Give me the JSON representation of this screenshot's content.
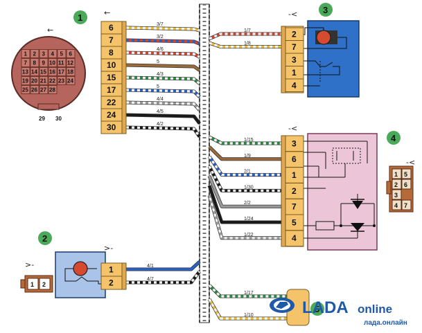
{
  "colors": {
    "connector": "#f5c46a",
    "motor_box": "#2f70c8",
    "lamp_box": "#a9c4e8",
    "relay_box": "#ecc6d8",
    "round_connector": "#b5655d",
    "motor": "#d64a30",
    "bus": "#444444",
    "wire_black": "#1a1a1a",
    "wire_white": "#f2f2f2",
    "wire_red": "#d64535",
    "wire_blue": "#2a62c4",
    "wire_green": "#2f8a48",
    "wire_gray": "#9a9a9a",
    "wire_yellow": "#e8c040",
    "wire_brown": "#9a6a3a",
    "wire_orange": "#e07a30",
    "wire_pink": "#e07a9a",
    "wire_violet": "#7a4ab0"
  },
  "callouts": [
    "1",
    "2",
    "3",
    "4",
    "5"
  ],
  "round_connector": {
    "pins": [
      "1",
      "2",
      "3",
      "4",
      "5",
      "6",
      "7",
      "8",
      "9",
      "10",
      "11",
      "12",
      "13",
      "14",
      "15",
      "16",
      "17",
      "18",
      "19",
      "20",
      "21",
      "22",
      "23",
      "24",
      "25",
      "26",
      "27",
      "28"
    ],
    "bottom_labels": [
      "29",
      "30"
    ],
    "arrow": "←"
  },
  "connector1": {
    "arrow": "←",
    "pins": [
      "6",
      "7",
      "8",
      "10",
      "15",
      "17",
      "22",
      "24",
      "30"
    ],
    "wires": [
      {
        "label": "3/7",
        "colors": [
          "wire_yellow",
          "wire_white"
        ]
      },
      {
        "label": "3/2",
        "colors": [
          "wire_red",
          "wire_blue"
        ]
      },
      {
        "label": "4/6",
        "colors": [
          "wire_red",
          "wire_white"
        ]
      },
      {
        "label": "5",
        "colors": [
          "wire_brown"
        ]
      },
      {
        "label": "4/3",
        "colors": [
          "wire_green",
          "wire_white"
        ]
      },
      {
        "label": "5",
        "colors": [
          "wire_blue",
          "wire_white"
        ]
      },
      {
        "label": "4/4",
        "colors": [
          "wire_gray",
          "wire_white"
        ]
      },
      {
        "label": "4/5",
        "colors": [
          "wire_black"
        ]
      },
      {
        "label": "4/2",
        "colors": [
          "wire_black",
          "wire_white"
        ]
      }
    ]
  },
  "connector3": {
    "arrow": "-<",
    "pins": [
      "2",
      "7",
      "3",
      "1",
      "4"
    ],
    "wires": [
      {
        "label": "1/7",
        "colors": [
          "wire_red",
          "wire_white"
        ]
      },
      {
        "label": "1/8",
        "colors": [
          "wire_yellow",
          "wire_white"
        ]
      }
    ]
  },
  "connector4": {
    "arrow": "-<",
    "pins": [
      "3",
      "6",
      "1",
      "2",
      "7",
      "5",
      "4"
    ],
    "wires": [
      {
        "label": "1/15",
        "colors": [
          "wire_green",
          "wire_white"
        ]
      },
      {
        "label": "1/9",
        "colors": [
          "wire_brown"
        ]
      },
      {
        "label": "2/1",
        "colors": [
          "wire_blue",
          "wire_white"
        ]
      },
      {
        "label": "1/30",
        "colors": [
          "wire_black",
          "wire_white"
        ]
      },
      {
        "label": "2/2",
        "colors": [
          "wire_gray"
        ]
      },
      {
        "label": "1/24",
        "colors": [
          "wire_black"
        ]
      },
      {
        "label": "1/22",
        "colors": [
          "wire_white",
          "wire_gray"
        ]
      }
    ]
  },
  "plug4": {
    "arrow": "-<",
    "pins": [
      "1",
      "5",
      "2",
      "3",
      "6",
      "4",
      "7"
    ]
  },
  "connector2": {
    "arrow": ">-",
    "pins": [
      "1",
      "2"
    ],
    "wires": [
      {
        "label": "4/1",
        "colors": [
          "wire_blue"
        ]
      },
      {
        "label": "4/7",
        "colors": [
          "wire_black",
          "wire_white"
        ]
      }
    ]
  },
  "plug2": {
    "arrow": ">-",
    "pins": [
      "1",
      "2"
    ]
  },
  "connector5": {
    "wires": [
      {
        "label": "1/17",
        "colors": [
          "wire_green",
          "wire_white"
        ]
      },
      {
        "label": "1/10",
        "colors": [
          "wire_yellow",
          "wire_white"
        ]
      }
    ]
  },
  "brand": {
    "name": "LADA",
    "suffix": "online",
    "domain": "лада.онлайн"
  }
}
